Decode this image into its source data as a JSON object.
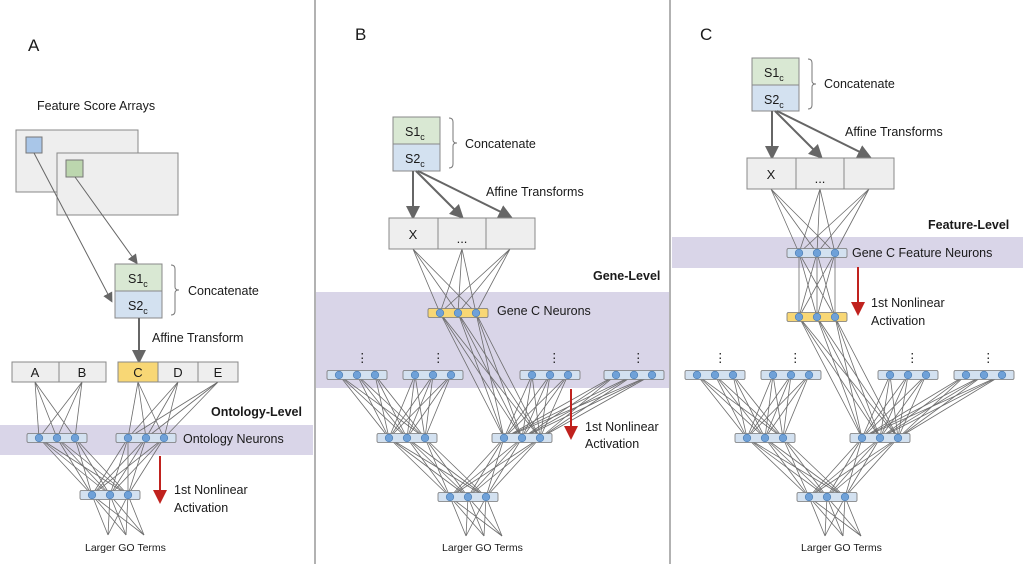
{
  "colors": {
    "band": "#d9d5e8",
    "box_gray": "#eeeeee",
    "box_green": "#d9e8d3",
    "box_blue": "#d3e1f0",
    "highlight_yellow": "#f8d775",
    "neuron_bar": "#d3e1f0",
    "neuron_dot": "#6fa1d8",
    "edge": "#6b6b6b",
    "red_arrow": "#c0221e",
    "divider": "#999999"
  },
  "panels": [
    {
      "label": "A",
      "feature_arrays_label": "Feature Score Arrays",
      "concat": {
        "top": "S1",
        "bottom": "S2",
        "subscript": "c",
        "label": "Concatenate"
      },
      "transform_label": "Affine Transform",
      "groups": [
        [
          "A",
          "B"
        ],
        [
          "C",
          "D",
          "E"
        ]
      ],
      "highlighted": "C",
      "level_label": "Ontology-Level",
      "band_label": "Ontology Neurons",
      "activation_label_line1": "1st Nonlinear",
      "activation_label_line2": "Activation",
      "bottom_label": "Larger GO Terms"
    },
    {
      "label": "B",
      "concat": {
        "top": "S1",
        "bottom": "S2",
        "subscript": "c",
        "label": "Concatenate"
      },
      "transform_label": "Affine Transforms",
      "boxes": [
        "X",
        "...",
        ""
      ],
      "level_label": "Gene-Level",
      "band_label": "Gene C Neurons",
      "activation_label_line1": "1st Nonlinear",
      "activation_label_line2": "Activation",
      "ellipsis": "⋮",
      "bottom_label": "Larger GO Terms"
    },
    {
      "label": "C",
      "concat": {
        "top": "S1",
        "bottom": "S2",
        "subscript": "c",
        "label": "Concatenate"
      },
      "transform_label": "Affine Transforms",
      "boxes": [
        "X",
        "...",
        ""
      ],
      "level_label": "Feature-Level",
      "band_label": "Gene C Feature Neurons",
      "activation_label_line1": "1st Nonlinear",
      "activation_label_line2": "Activation",
      "ellipsis": "⋮",
      "bottom_label": "Larger GO Terms"
    }
  ]
}
